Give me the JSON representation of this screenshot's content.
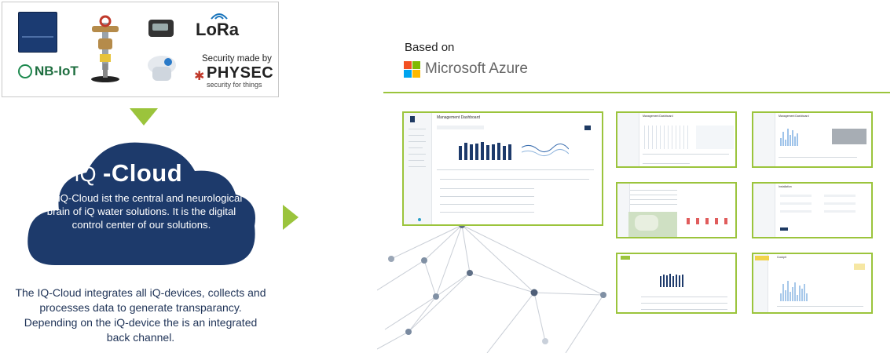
{
  "devices": {
    "lora_label": "LoRa",
    "nbiot_label": "NB-IoT",
    "security_caption": "Security made by",
    "physec_label": "PHYSEC",
    "physec_tagline": "security for things"
  },
  "cloud": {
    "iq_label": "iQ",
    "title": "-Cloud",
    "text": "the iQ-Cloud ist the central and neurological brain of iQ water solutions. It is the digital control center of our solutions."
  },
  "description": "The IQ-Cloud integrates all iQ-devices, collects and processes data to generate transparancy. Depending on the iQ-device the is an integrated back channel.",
  "platform": {
    "based_on": "Based on",
    "provider": "Microsoft Azure",
    "logo_colors": [
      "#f25022",
      "#7fba00",
      "#00a4ef",
      "#ffb900"
    ]
  },
  "screenshots": {
    "main_title": "Management Dashboard",
    "secondary_title": "Management Dashboard",
    "installation_title": "Installation",
    "cockpit_title": "Cockpit"
  },
  "colors": {
    "accent_green": "#9bc43c",
    "navy": "#1d3a6b",
    "text_dark": "#1f3357"
  }
}
